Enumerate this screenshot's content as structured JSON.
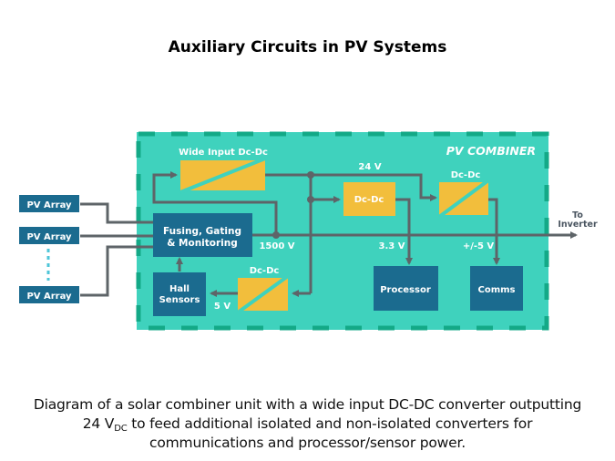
{
  "title": "Auxiliary Circuits in PV Systems",
  "colors": {
    "combiner_fill": "#3fd2bd",
    "combiner_border": "#13a987",
    "dark_block": "#1b6b8f",
    "converter": "#f2be3c",
    "wire": "#5e6468",
    "pv_array_dots": "#4fc6d8"
  },
  "diagram": {
    "combiner_label": "PV COMBINER",
    "pv_arrays": [
      {
        "label": "PV Array"
      },
      {
        "label": "PV Array"
      },
      {
        "label": "PV Array"
      }
    ],
    "blocks": {
      "fusing": {
        "line1": "Fusing, Gating",
        "line2": "& Monitoring"
      },
      "hall": {
        "line1": "Hall",
        "line2": "Sensors"
      },
      "processor": {
        "label": "Processor"
      },
      "comms": {
        "label": "Comms"
      }
    },
    "converters": {
      "wide_input": {
        "label": "Wide Input Dc-Dc"
      },
      "nonisolated": {
        "label": "Dc-Dc"
      },
      "isolated_comms": {
        "label": "Dc-Dc"
      },
      "isolated_hall": {
        "label": "Dc-Dc"
      }
    },
    "voltages": {
      "bus_24v": "24 V",
      "bus_1500v": "1500 V",
      "out_3v3": "3.3 V",
      "out_pm5v": "+/-5 V",
      "out_5v": "5 V"
    },
    "output": {
      "line1": "To",
      "line2": "Inverter"
    }
  },
  "caption": {
    "line1": "Diagram of a solar combiner unit with a wide input DC-DC converter outputting",
    "line2_pre": "24 V",
    "line2_sub": "DC",
    "line2_post": " to feed additional isolated and non-isolated converters for",
    "line3": "communications and processor/sensor power."
  }
}
